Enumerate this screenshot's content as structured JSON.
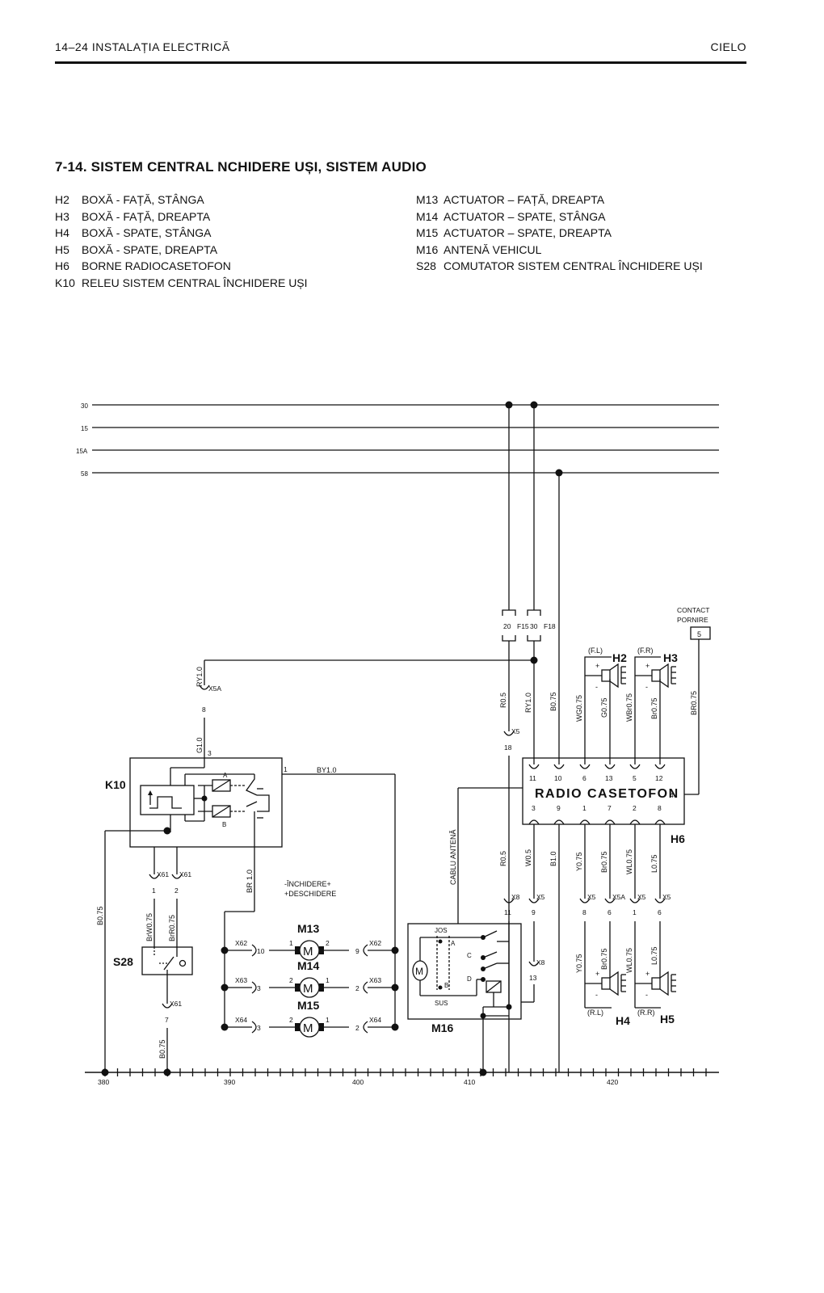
{
  "header": {
    "left": "14–24  INSTALAȚIA  ELECTRICĂ",
    "right": "CIELO"
  },
  "title": "7-14. SISTEM CENTRAL NCHIDERE UȘI, SISTEM AUDIO",
  "legend_left": [
    {
      "code": "H2",
      "text": "BOXĂ - FAȚĂ, STÂNGA"
    },
    {
      "code": "H3",
      "text": "BOXĂ - FAȚĂ, DREAPTA"
    },
    {
      "code": "H4",
      "text": "BOXĂ - SPATE, STÂNGA"
    },
    {
      "code": "H5",
      "text": "BOXĂ - SPATE, DREAPTA"
    },
    {
      "code": "H6",
      "text": "BORNE RADIOCASETOFON"
    },
    {
      "code": "K10",
      "text": "RELEU SISTEM CENTRAL ÎNCHIDERE UȘI"
    }
  ],
  "legend_right": [
    {
      "code": "M13",
      "text": "ACTUATOR – FAȚĂ, DREAPTA"
    },
    {
      "code": "M14",
      "text": "ACTUATOR – SPATE, STÂNGA"
    },
    {
      "code": "M15",
      "text": "ACTUATOR – SPATE, DREAPTA"
    },
    {
      "code": "M16",
      "text": "ANTENĂ VEHICUL"
    },
    {
      "code": "S28",
      "text": "COMUTATOR SISTEM CENTRAL ÎNCHIDERE UȘI"
    }
  ],
  "diagram": {
    "bus": {
      "l30": "30",
      "l15": "15",
      "l15a": "15A",
      "l58": "58"
    },
    "fuses": {
      "f15_num": "20",
      "f15": "F15",
      "f18_num": "30",
      "f18": "F18"
    },
    "contact": {
      "line1": "CONTACT",
      "line2": "PORNIRE",
      "pin": "5"
    },
    "components": {
      "h2": "H2",
      "h3": "H3",
      "h4": "H4",
      "h5": "H5",
      "h6": "H6",
      "k10": "K10",
      "s28": "S28",
      "m13": "M13",
      "m14": "M14",
      "m15": "M15",
      "m16": "M16",
      "radio": "RADIO CASETOFON",
      "fl": "(F.L)",
      "fr": "(F.R)",
      "rl": "(R.L)",
      "rr": "(R.R)",
      "motor": "M",
      "cmd_line1": "-ÎNCHIDERE+",
      "cmd_line2": "+DESCHIDERE",
      "cablu": "CABLU ANTENĂ",
      "jos": "JOS",
      "sus": "SUS",
      "pa": "A",
      "pb": "B",
      "pc": "C",
      "pd": "D",
      "ka": "A",
      "kb": "B"
    },
    "connectors": {
      "x5a": "X5A",
      "x5": "X5",
      "x8": "X8",
      "x61": "X61",
      "x62": "X62",
      "x63": "X63",
      "x64": "X64"
    },
    "wires": {
      "ry10": "RY1.0",
      "g10": "G1.0",
      "by10": "BY1.0",
      "br10": "BR 1.0",
      "b075": "B0.75",
      "brw075": "BrW0.75",
      "brr075": "BrR0.75",
      "r05": "R0.5",
      "b075b": "B0.75",
      "wg075": "WG0.75",
      "g075": "G0.75",
      "wbr075": "WBr0.75",
      "br075": "Br0.75",
      "br075b": "BR0.75",
      "w05": "W0.5",
      "b10": "B1.0",
      "y075": "Y0.75",
      "br075c": "Br0.75",
      "wl075": "WL0.75",
      "l075": "L0.75"
    },
    "pins": {
      "p1": "1",
      "p2": "2",
      "p3": "3",
      "p4": "4",
      "p5": "5",
      "p6": "6",
      "p7": "7",
      "p8": "8",
      "p9": "9",
      "p10": "10",
      "p11": "11",
      "p12": "12",
      "p13": "13",
      "p18": "18"
    },
    "scale": [
      "380",
      "390",
      "400",
      "410",
      "420"
    ]
  }
}
